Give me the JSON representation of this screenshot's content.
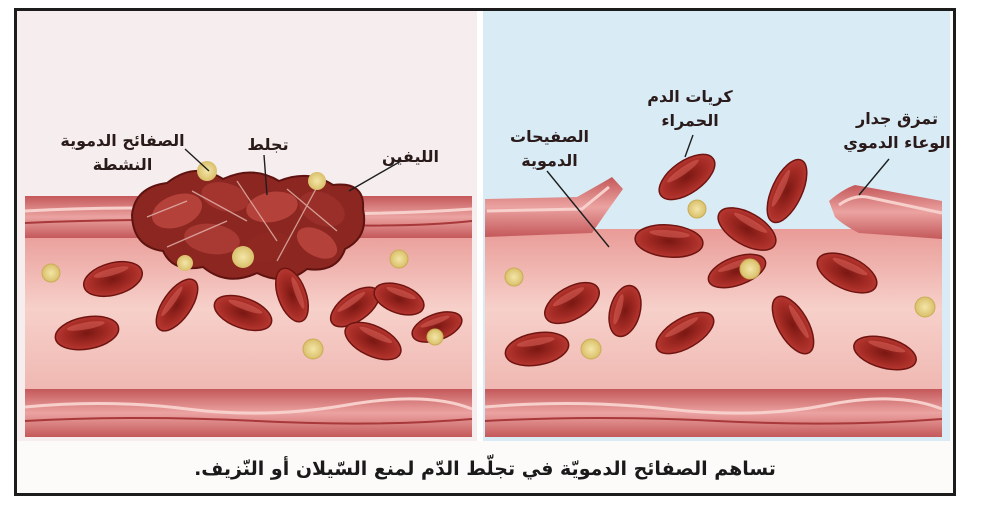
{
  "diagram": {
    "labels": {
      "active_platelets": "الصفائح الدموية\nالنشطة",
      "clot": "تجلط",
      "fibrin": "الليفين",
      "platelets": "الصفيحات\nالدموية",
      "red_blood_cells": "كريات الدم\nالحمراء",
      "vessel_wall_tear": "تمزق جدار\nالوعاء الدموي"
    },
    "caption": "تساهم الصفائح الدمويّة في تجلّط الدّم لمنع السّيلان أو النّزيف."
  },
  "colors": {
    "background_left": "#f6eeee",
    "background_right": "#d9ecf6",
    "vessel_wall": "#e48f8d",
    "vessel_wall_dark": "#b34b4c",
    "lumen": "#f2b7b0",
    "red_cell": "#a82a25",
    "red_cell_dark": "#6f1410",
    "platelet": "#e8d58a"
  }
}
